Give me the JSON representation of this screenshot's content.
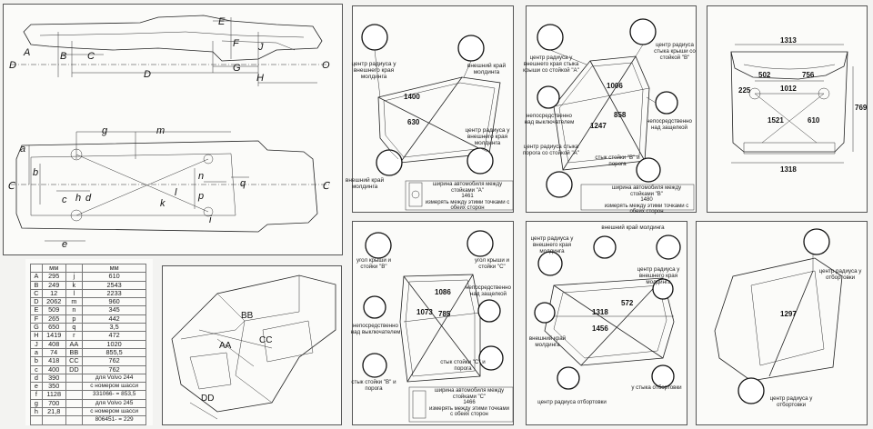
{
  "left_top": {
    "side_labels": [
      "D",
      "A",
      "B",
      "C",
      "E",
      "F",
      "J",
      "D",
      "G",
      "H",
      "O"
    ],
    "plan_labels": [
      "g",
      "m",
      "a",
      "b",
      "c",
      "h",
      "d",
      "k",
      "l",
      "n",
      "q",
      "p",
      "e",
      "i"
    ],
    "cl_left": "Ⅽ",
    "cl_right": "Ⅽ"
  },
  "table": {
    "header_mm_1": "мм",
    "header_mm_2": "мм",
    "rows": [
      [
        "A",
        "295",
        "j",
        "610"
      ],
      [
        "B",
        "249",
        "k",
        "2543"
      ],
      [
        "C",
        "12",
        "l",
        "2233"
      ],
      [
        "D",
        "2062",
        "m",
        "960"
      ],
      [
        "E",
        "509",
        "n",
        "345"
      ],
      [
        "F",
        "265",
        "p",
        "442"
      ],
      [
        "G",
        "650",
        "q",
        "3,5"
      ],
      [
        "H",
        "1419",
        "r",
        "472"
      ],
      [
        "J",
        "408",
        "AA",
        "1020"
      ],
      [
        "a",
        "74",
        "BB",
        "855,5"
      ],
      [
        "b",
        "418",
        "CC",
        "762"
      ],
      [
        "c",
        "400",
        "DD",
        "762"
      ],
      [
        "d",
        "390",
        "",
        "для Volvo 244"
      ],
      [
        "e",
        "350",
        "",
        "с номером шасси"
      ],
      [
        "f",
        "1128",
        "",
        "331066- = 853,5"
      ],
      [
        "g",
        "700",
        "",
        "для Volvo 245"
      ],
      [
        "h",
        "21,8",
        "",
        "с номером шасси"
      ],
      [
        "",
        "",
        "",
        "806451- = 229"
      ]
    ]
  },
  "engine_bay": {
    "labels": [
      "BB",
      "AA",
      "CC",
      "DD"
    ]
  },
  "windshield": {
    "label_center_outer": "центр радиуса у внешнего края молдинга",
    "label_outer_edge_top": "внешний край молдинга",
    "label_center_outer_2": "центр радиуса у внешнего края молдинга",
    "label_outer_edge_bottom": "внешний край молдинга",
    "dim_1": "1400",
    "dim_2": "630",
    "note_title": "ширина автомобиля между стойками \"А\"",
    "note_value": "1461",
    "note_text": "измерять между этими точками с обеих сторон"
  },
  "front_door": {
    "label_1": "центр радиуса у внешнего края стыка крыши со стойкой \"А\"",
    "label_2": "центр радиуса стыка крыши со стойкой \"В\"",
    "label_3": "непосредственно над выключателем",
    "label_4": "непосредственно над защелкой",
    "label_5": "центр радиуса стыка порога со стойкой \"А\"",
    "label_6": "стык стойки \"В\" и порога",
    "dim_1": "1006",
    "dim_2": "858",
    "dim_3": "1247",
    "note_title": "ширина автомобиля между стойками \"В\"",
    "note_value": "1480",
    "note_text": "измерять между этими точками с обеих сторон"
  },
  "floor": {
    "dim_top": "1313",
    "dim_502": "502",
    "dim_756": "756",
    "dim_225": "225",
    "dim_1012": "1012",
    "dim_1521": "1521",
    "dim_610": "610",
    "dim_769": "769",
    "dim_bottom": "1318"
  },
  "rear_door": {
    "label_1": "угол крыши и стойки \"В\"",
    "label_2": "угол крыши и стойки \"С\"",
    "label_3": "непосредственно над защелкой",
    "label_4": "непосредственно над выключателем",
    "label_5": "стык стойки \"В\" и порога",
    "label_6": "стык стойки \"С\" и порога",
    "dim_1": "1086",
    "dim_2": "1073",
    "dim_3": "785",
    "note_title": "ширина автомобиля между стойками \"С\"",
    "note_value": "1466",
    "note_text": "измерять между этими точками с обеих сторон"
  },
  "rear_window": {
    "label_top": "внешний край молдинга",
    "label_1": "центр радиуса у внешнего края молдинга",
    "label_2": "центр радиуса у внешнего края молдинга",
    "label_3": "внешний край молдинга",
    "label_4": "центр радиуса отбортовки",
    "label_5": "у стыка отбортовки",
    "dim_1": "1318",
    "dim_2": "572",
    "dim_3": "1456"
  },
  "wagon": {
    "label_1": "центр радиуса у отбортовки",
    "label_2": "центр радиуса у отбортовки",
    "dim_1": "1297"
  }
}
